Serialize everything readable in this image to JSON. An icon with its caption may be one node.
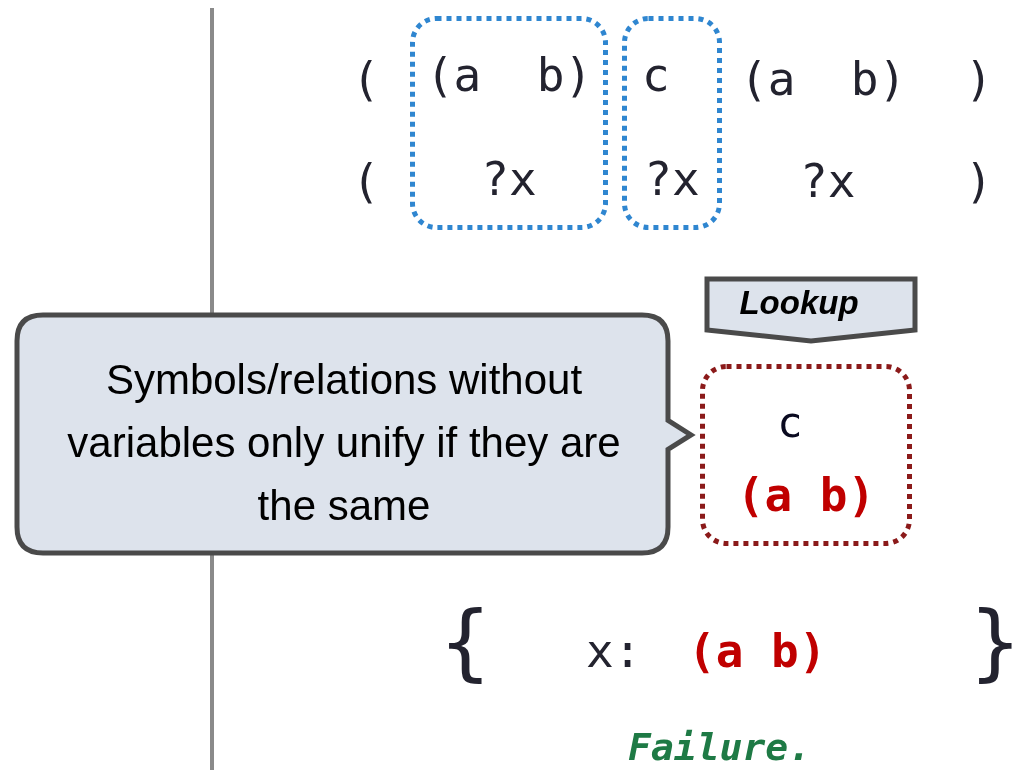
{
  "diagram": {
    "nodes": [
      {
        "text": [
          "(a  b)",
          "?x"
        ]
      },
      {
        "text": [
          "c",
          "?x"
        ]
      },
      {
        "text": [
          "Lookup"
        ]
      },
      {
        "text": [
          "Symbols/relations without variables only unify if they are the same"
        ]
      },
      {
        "text": [
          "c",
          "(a b)"
        ]
      }
    ],
    "labels": [
      "(",
      "(a  b)",
      ")",
      "(",
      "?x",
      ")",
      "{",
      "x:",
      "(a b)",
      "}",
      "Failure."
    ]
  }
}
